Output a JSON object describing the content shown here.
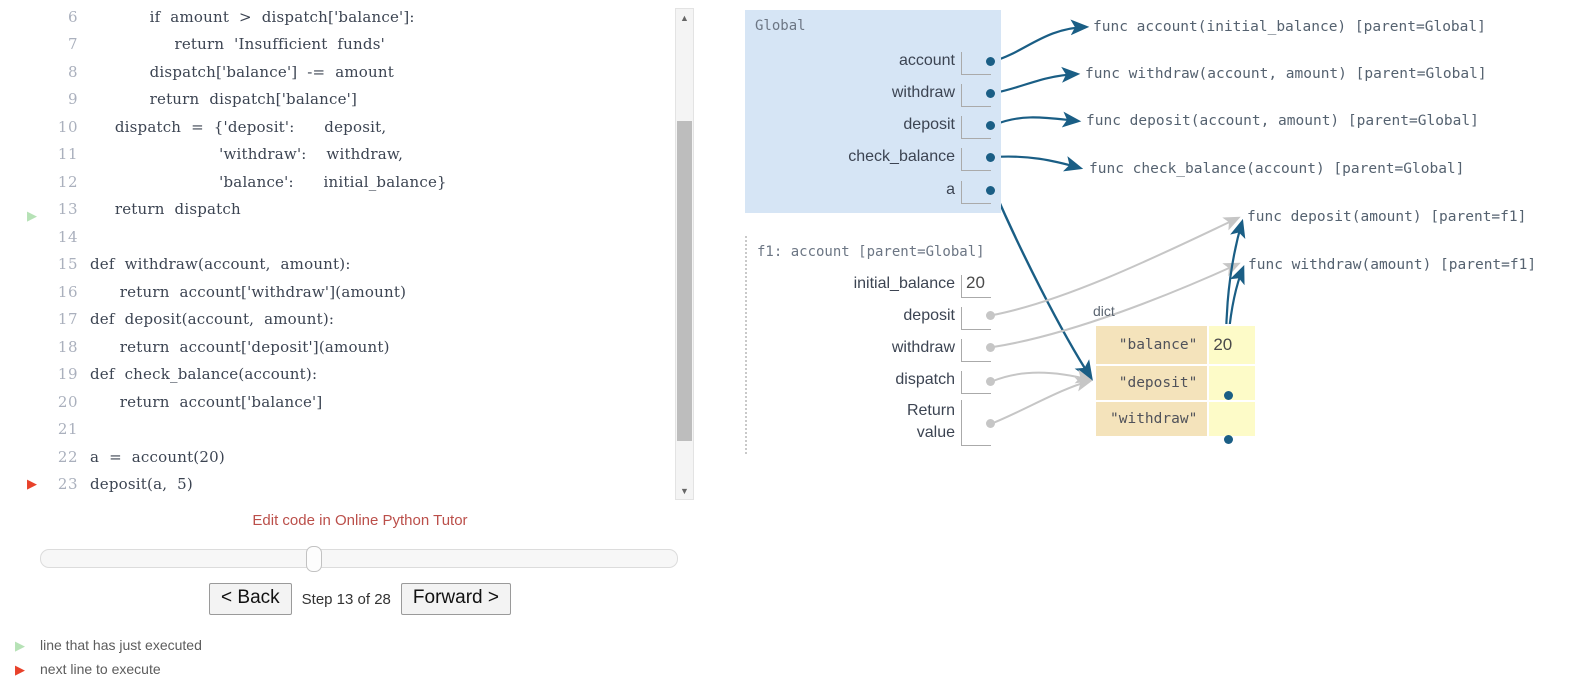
{
  "code": {
    "lines": [
      {
        "num": "6",
        "text": "            if  amount  >  dispatch['balance']:",
        "marker": ""
      },
      {
        "num": "7",
        "text": "                 return  'Insufficient  funds'",
        "marker": ""
      },
      {
        "num": "8",
        "text": "            dispatch['balance']  -=  amount",
        "marker": ""
      },
      {
        "num": "9",
        "text": "            return  dispatch['balance']",
        "marker": ""
      },
      {
        "num": "10",
        "text": "     dispatch  =  {'deposit':      deposit,",
        "marker": ""
      },
      {
        "num": "11",
        "text": "                          'withdraw':    withdraw,",
        "marker": ""
      },
      {
        "num": "12",
        "text": "                          'balance':      initial_balance}",
        "marker": ""
      },
      {
        "num": "13",
        "text": "     return  dispatch",
        "marker": "just-executed"
      },
      {
        "num": "14",
        "text": "",
        "marker": ""
      },
      {
        "num": "15",
        "text": "def  withdraw(account,  amount):",
        "marker": ""
      },
      {
        "num": "16",
        "text": "      return  account['withdraw'](amount)",
        "marker": ""
      },
      {
        "num": "17",
        "text": "def  deposit(account,  amount):",
        "marker": ""
      },
      {
        "num": "18",
        "text": "      return  account['deposit'](amount)",
        "marker": ""
      },
      {
        "num": "19",
        "text": "def  check_balance(account):",
        "marker": ""
      },
      {
        "num": "20",
        "text": "      return  account['balance']",
        "marker": ""
      },
      {
        "num": "21",
        "text": "",
        "marker": ""
      },
      {
        "num": "22",
        "text": "a  =  account(20)",
        "marker": ""
      },
      {
        "num": "23",
        "text": "deposit(a,  5)",
        "marker": "next-line"
      }
    ],
    "scrollbar": {
      "up_glyph": "▲",
      "down_glyph": "▼"
    }
  },
  "controls": {
    "edit_link": "Edit code in Online Python Tutor",
    "back_label": "< Back",
    "forward_label": "Forward >",
    "step_label": "Step 13 of 28",
    "step_current": 13,
    "step_total": 28,
    "slider_percent": 43,
    "legend": [
      {
        "glyph": "▶",
        "text": "line that has just executed",
        "color": "#b6e2b6"
      },
      {
        "glyph": "▶",
        "text": "next line to execute",
        "color": "#e8412a"
      }
    ]
  },
  "viz": {
    "frames": [
      {
        "id": "global",
        "title": "Global",
        "variables": [
          {
            "name": "account",
            "value": "",
            "pointer": true
          },
          {
            "name": "withdraw",
            "value": "",
            "pointer": true
          },
          {
            "name": "deposit",
            "value": "",
            "pointer": true
          },
          {
            "name": "check_balance",
            "value": "",
            "pointer": true
          },
          {
            "name": "a",
            "value": "",
            "pointer": true
          }
        ]
      },
      {
        "id": "f1",
        "title": "f1: account [parent=Global]",
        "variables": [
          {
            "name": "initial_balance",
            "value": "20",
            "pointer": false
          },
          {
            "name": "deposit",
            "value": "",
            "pointer": true
          },
          {
            "name": "withdraw",
            "value": "",
            "pointer": true
          },
          {
            "name": "dispatch",
            "value": "",
            "pointer": true
          },
          {
            "name": "Return\nvalue",
            "value": "",
            "pointer": true
          }
        ]
      }
    ],
    "func_objects": [
      {
        "label": "func account(initial_balance) [parent=Global]"
      },
      {
        "label": "func withdraw(account,  amount) [parent=Global]"
      },
      {
        "label": "func deposit(account,  amount) [parent=Global]"
      },
      {
        "label": "func check_balance(account) [parent=Global]"
      },
      {
        "label": "func deposit(amount) [parent=f1]"
      },
      {
        "label": "func withdraw(amount) [parent=f1]"
      }
    ],
    "dict_object": {
      "type_label": "dict",
      "rows": [
        {
          "key": "\"balance\"",
          "value": "20",
          "pointer": false
        },
        {
          "key": "\"deposit\"",
          "value": "",
          "pointer": true
        },
        {
          "key": "\"withdraw\"",
          "value": "",
          "pointer": true
        }
      ]
    },
    "colors": {
      "global_frame_bg": "#d6e5f5",
      "dict_key_bg": "#f4e3bb",
      "dict_val_bg": "#fdfbc8",
      "active_arrow": "#1a5e85",
      "faded_arrow": "#c6c6c6",
      "link_color": "#bb4f4a"
    }
  }
}
